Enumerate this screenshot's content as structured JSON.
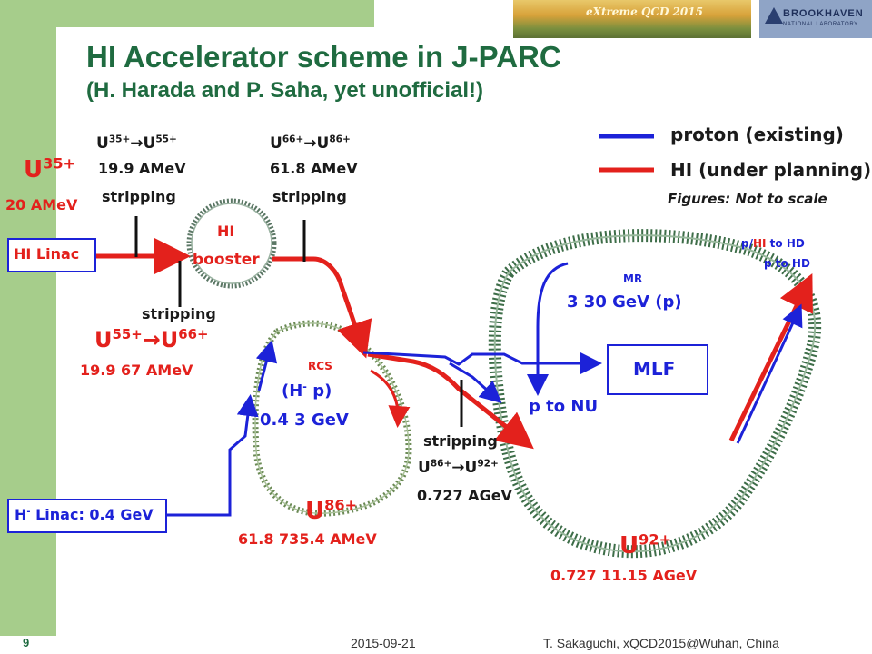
{
  "title": "HI Accelerator scheme in J-PARC",
  "subtitle": "(H. Harada and P. Saha, yet unofficial!)",
  "logos": {
    "conference": "eXtreme QCD 2015",
    "lab": "BROOKHAVEN",
    "lab_sub": "NATIONAL LABORATORY"
  },
  "legend": {
    "proton": "proton (existing)",
    "hi": "HI (under planning)",
    "note": "Figures: Not to scale",
    "colors": {
      "proton": "#1c22d8",
      "hi": "#e3211c"
    }
  },
  "strip1": {
    "from": "U",
    "from_charge": "35+",
    "to": "U",
    "to_charge": "55+",
    "energy": "19.9 AMeV",
    "label": "stripping"
  },
  "strip2": {
    "from": "U",
    "from_charge": "66+",
    "to": "U",
    "to_charge": "86+",
    "energy": "61.8 AMeV",
    "label": "stripping"
  },
  "strip3": {
    "label": "stripping",
    "from": "U",
    "from_charge": "55+",
    "to": "U",
    "to_charge": "66+",
    "energy": "19.9  67 AMeV"
  },
  "strip4": {
    "label": "stripping",
    "from": "U",
    "from_charge": "86+",
    "to": "U",
    "to_charge": "92+",
    "energy": "0.727 AGeV"
  },
  "u35": {
    "ion": "U",
    "charge": "35+",
    "energy": "20 AMeV"
  },
  "hi_linac": "HI Linac",
  "hi_booster": {
    "line1": "HI",
    "line2": "booster"
  },
  "rcs": {
    "name": "RCS",
    "line1": "(H",
    "line1_charge": "-",
    "line1_rest": "  p)",
    "line2": "0.4  3 GeV"
  },
  "h_linac": {
    "prefix": "H",
    "charge": "-",
    "rest": " Linac: 0.4 GeV"
  },
  "u86": {
    "ion": "U",
    "charge": "86+",
    "energy": "61.8  735.4 AMeV"
  },
  "mr": {
    "name": "MR",
    "energy": "3 30 GeV (p)"
  },
  "mlf": "MLF",
  "p_to_nu": "p to NU",
  "hd": {
    "line1_a": "p/",
    "line1_b": "HI",
    "line1_c": " to HD",
    "line2": "p to HD"
  },
  "u92": {
    "ion": "U",
    "charge": "92+",
    "energy": "0.727  11.15 AGeV"
  },
  "footer": {
    "page": "9",
    "date": "2015-09-21",
    "author": "T. Sakaguchi, xQCD2015@Wuhan, China"
  }
}
